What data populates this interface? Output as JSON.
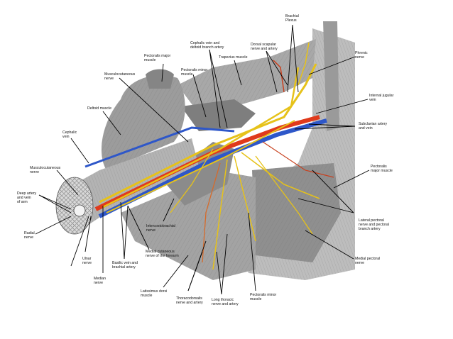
{
  "colors": {
    "artery": "#e03a1c",
    "vein": "#2e57c9",
    "nerve": "#e6c21a",
    "muscle": "#8a8a8a",
    "leader": "#000000"
  },
  "labels": {
    "brachial_plexus": "Brachial\nPlexus",
    "cephalic_vein_deltoid_branch": "Cephalic vein and\ndeltoid branch artery",
    "dorsal_scapular": "Dorsal scapular\nnerve and artery",
    "phrenic_nerve": "Phrenic\nnerve",
    "pectoralis_major_top": "Pectoralis major\nmuscle",
    "trapezius": "Trapezius muscle",
    "pectoralis_minor_top": "Pectoralis minor\nmuscle",
    "musculocutaneous_top": "Musculocutaneous\nnerve",
    "internal_jugular": "Internal jugular\nvein",
    "deltoid": "Deltoid muscle",
    "subclavian": "Subclavian artery\nand vein",
    "cephalic_vein": "Cephalic\nvein",
    "pectoralis_major_right": "Pectoralis\nmajor muscle",
    "musculocutaneous_left": "Musculocutaneous\nnerve",
    "deep_artery": "Deep artery\nand vein\nof arm",
    "radial_nerve": "Radial\nnerve",
    "intercostobrachial": "Intercostobrachial\nnerve",
    "lateral_pectoral": "Lateral pectoral\nnerve and pectoral\nbranch artery",
    "ulnar_nerve": "Ulnar\nnerve",
    "basilic_vein": "Basilic vein and\nbrachial artery",
    "medial_cutaneous": "Medial cutaneous\nnerve of the forearm",
    "medial_pectoral": "Medial pectoral\nnerve",
    "median_nerve": "Median\nnerve",
    "latissimus": "Latissimus dorsi\nmuscle",
    "thoracodorsalis": "Thoracodorsalis\nnerve and artery",
    "long_thoracic": "Long thoracic\nnerve and artery",
    "pectoralis_minor_bottom": "Pectoralis minor\nmuscle"
  }
}
